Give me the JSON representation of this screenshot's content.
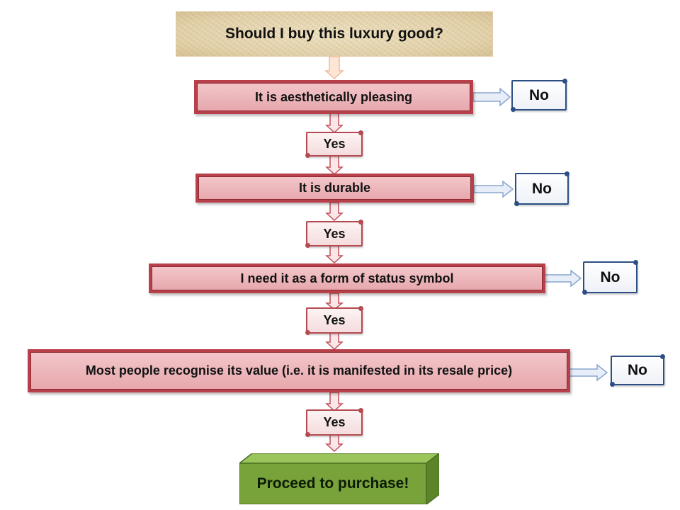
{
  "start": {
    "label": "Should I buy this luxury good?"
  },
  "conditions": [
    {
      "label": "It is aesthetically pleasing"
    },
    {
      "label": "It is durable"
    },
    {
      "label": "I need it as a form of status symbol"
    },
    {
      "label": "Most people recognise its value (i.e. it is manifested in its resale price)"
    }
  ],
  "yes_labels": [
    "Yes",
    "Yes",
    "Yes",
    "Yes"
  ],
  "no_labels": [
    "No",
    "No",
    "No",
    "No"
  ],
  "outcome": {
    "label": "Proceed to purchase!"
  },
  "colors": {
    "condition_fill": "#e6a8ad",
    "condition_border": "#b8404a",
    "yes_border": "#b54a52",
    "no_border": "#2b4f85",
    "outcome_fill": "#78a23a",
    "start_fill": "#e4d3ac"
  }
}
